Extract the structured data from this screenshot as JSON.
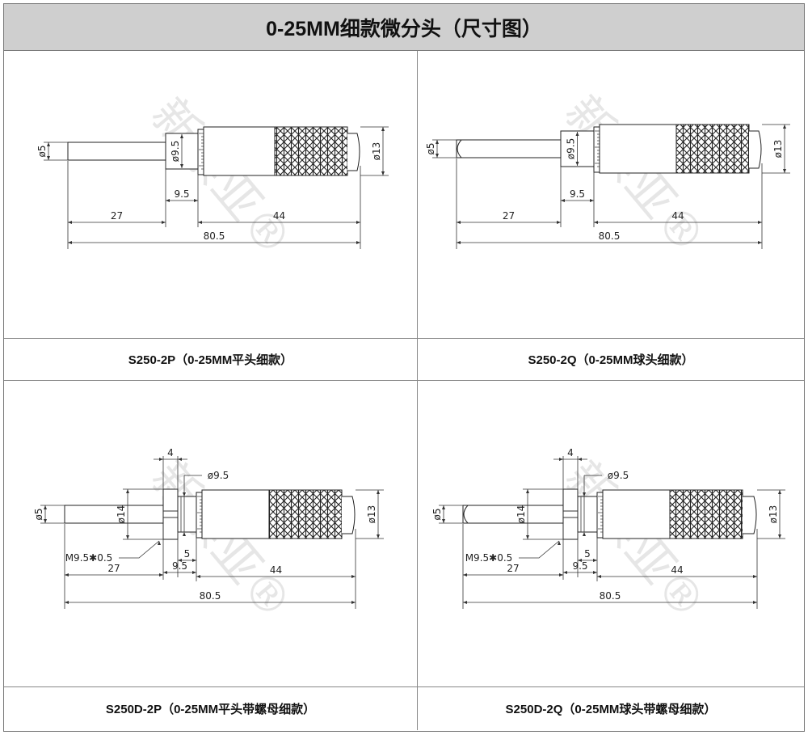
{
  "title": "0-25MM细款微分头（尺寸图）",
  "watermark": "新崇亚®",
  "panels": [
    {
      "caption": "S250-2P（0-25MM平头细款）",
      "tip": "flat",
      "nut": false,
      "dims": {
        "d_stem": "ø5",
        "d_collar": "ø9.5",
        "d_body": "ø13",
        "collar_len": "9.5",
        "stem_len": "27",
        "body_len": "44",
        "total": "80.5"
      }
    },
    {
      "caption": "S250-2Q（0-25MM球头细款）",
      "tip": "ball",
      "nut": false,
      "dims": {
        "d_stem": "ø5",
        "d_collar": "ø9.5",
        "d_body": "ø13",
        "collar_len": "9.5",
        "stem_len": "27",
        "body_len": "44",
        "total": "80.5"
      }
    },
    {
      "caption": "S250D-2P（0-25MM平头带螺母细款）",
      "tip": "flat",
      "nut": true,
      "dims": {
        "d_stem": "ø5",
        "nut_w": "4",
        "d_collar": "ø9.5",
        "d_nut": "ø14",
        "d_body": "ø13",
        "thread": "M9.5✱0.5",
        "thread_len": "5",
        "collar_len": "9.5",
        "stem_len": "27",
        "body_len": "44",
        "total": "80.5"
      }
    },
    {
      "caption": "S250D-2Q（0-25MM球头带螺母细款）",
      "tip": "ball",
      "nut": true,
      "dims": {
        "d_stem": "ø5",
        "nut_w": "4",
        "d_collar": "ø9.5",
        "d_nut": "ø14",
        "d_body": "ø13",
        "thread": "M9.5✱0.5",
        "thread_len": "5",
        "collar_len": "9.5",
        "stem_len": "27",
        "body_len": "44",
        "total": "80.5"
      }
    }
  ]
}
